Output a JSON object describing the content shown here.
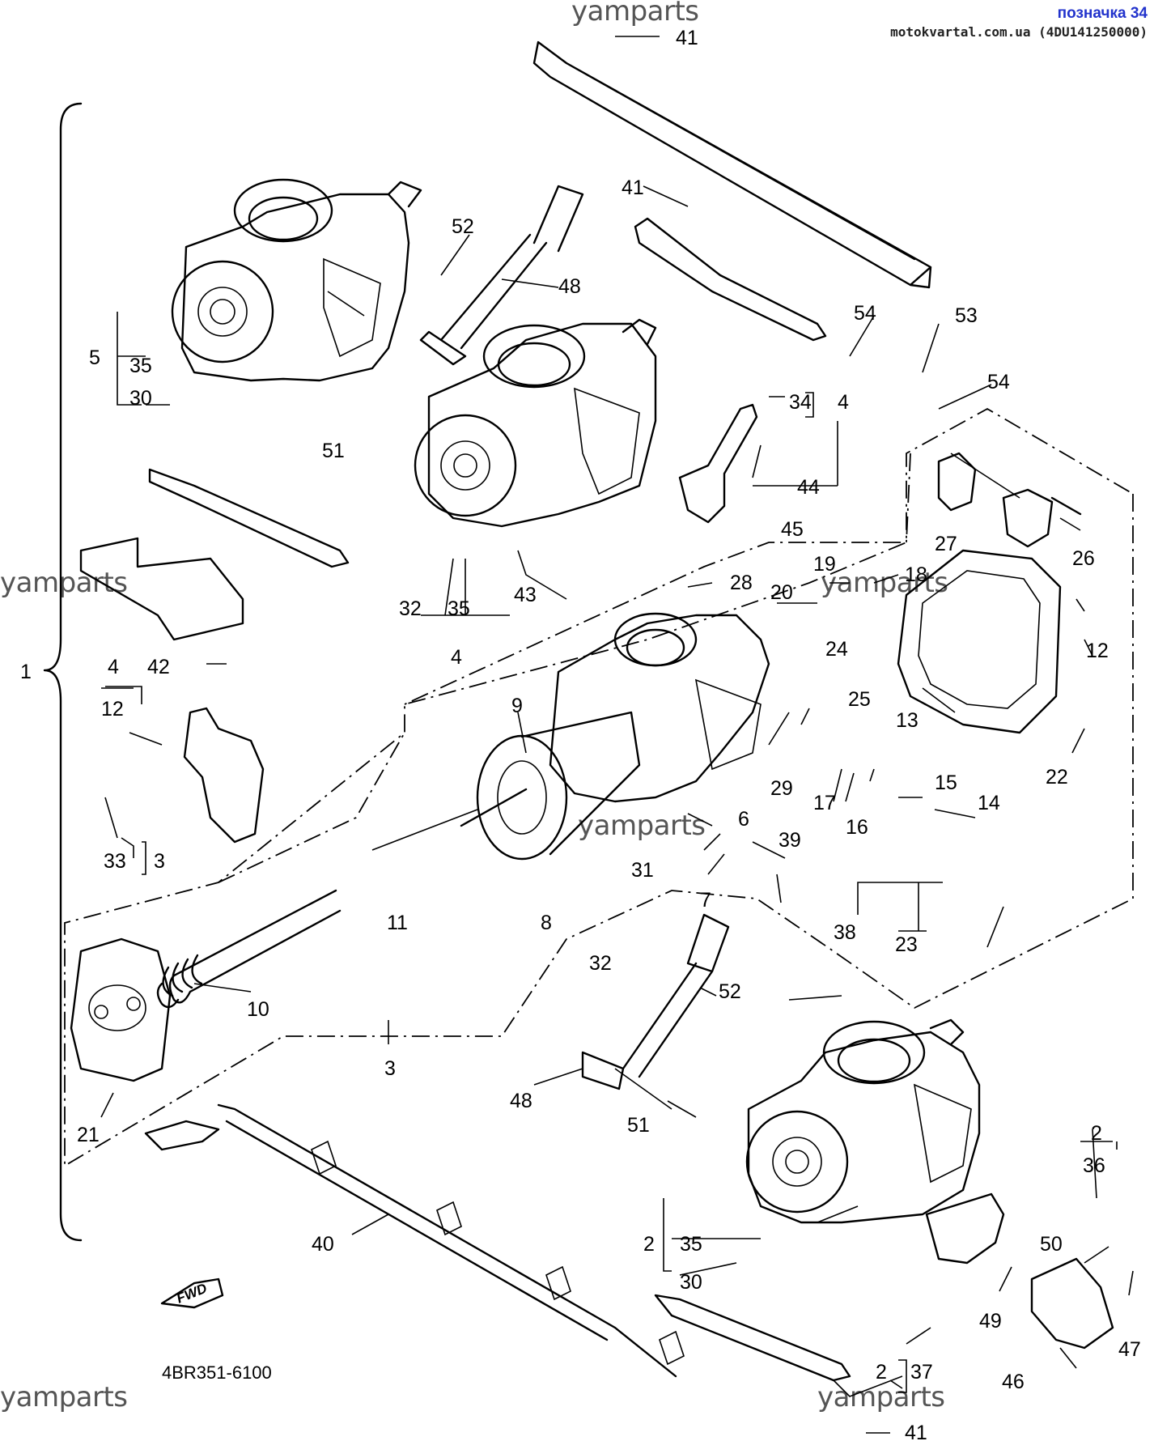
{
  "header": {
    "code": "позначка 34",
    "site": "motokvartal.com.ua (4DU141250000)"
  },
  "watermark": "yamparts",
  "diagram_code": "4BR351-6100",
  "fwd_label": "FWD",
  "callouts": {
    "c1": "1",
    "c2a": "2",
    "c2b": "2",
    "c2c": "2",
    "c3a": "3",
    "c3b": "3",
    "c4a": "4",
    "c4b": "4",
    "c4c": "4",
    "c5": "5",
    "c6": "6",
    "c7": "7",
    "c8": "8",
    "c9": "9",
    "c10": "10",
    "c11": "11",
    "c12a": "12",
    "c12b": "12",
    "c13": "13",
    "c14": "14",
    "c15": "15",
    "c16": "16",
    "c17": "17",
    "c18": "18",
    "c19": "19",
    "c20": "20",
    "c21": "21",
    "c22": "22",
    "c23": "23",
    "c24": "24",
    "c25": "25",
    "c26": "26",
    "c27": "27",
    "c28": "28",
    "c29": "29",
    "c30a": "30",
    "c30b": "30",
    "c31": "31",
    "c32a": "32",
    "c32b": "32",
    "c33": "33",
    "c34": "34",
    "c35a": "35",
    "c35b": "35",
    "c35c": "35",
    "c36": "36",
    "c37": "37",
    "c38": "38",
    "c39": "39",
    "c40": "40",
    "c41a": "41",
    "c41b": "41",
    "c41c": "41",
    "c42": "42",
    "c43": "43",
    "c44": "44",
    "c45": "45",
    "c46": "46",
    "c47": "47",
    "c48a": "48",
    "c48b": "48",
    "c49": "49",
    "c50": "50",
    "c51a": "51",
    "c51b": "51",
    "c52a": "52",
    "c52b": "52",
    "c53": "53",
    "c54a": "54",
    "c54b": "54"
  }
}
